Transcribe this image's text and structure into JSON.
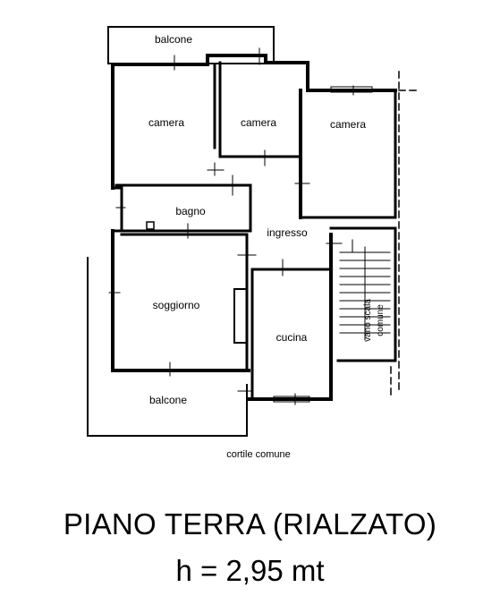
{
  "plan": {
    "rooms": {
      "balcone_top": "balcone",
      "camera_left": "camera",
      "camera_middle": "camera",
      "camera_right": "camera",
      "bagno": "bagno",
      "ingresso": "ingresso",
      "soggiorno": "soggiorno",
      "cucina": "cucina",
      "vano_scala": "vano scala",
      "comune": "comune",
      "balcone_bottom": "balcone"
    },
    "outside_label": "cortile comune"
  },
  "caption": {
    "title": "PIANO TERRA (RIALZATO)",
    "height": "h = 2,95 mt"
  },
  "colors": {
    "ink": "#000000",
    "paper": "#ffffff"
  }
}
